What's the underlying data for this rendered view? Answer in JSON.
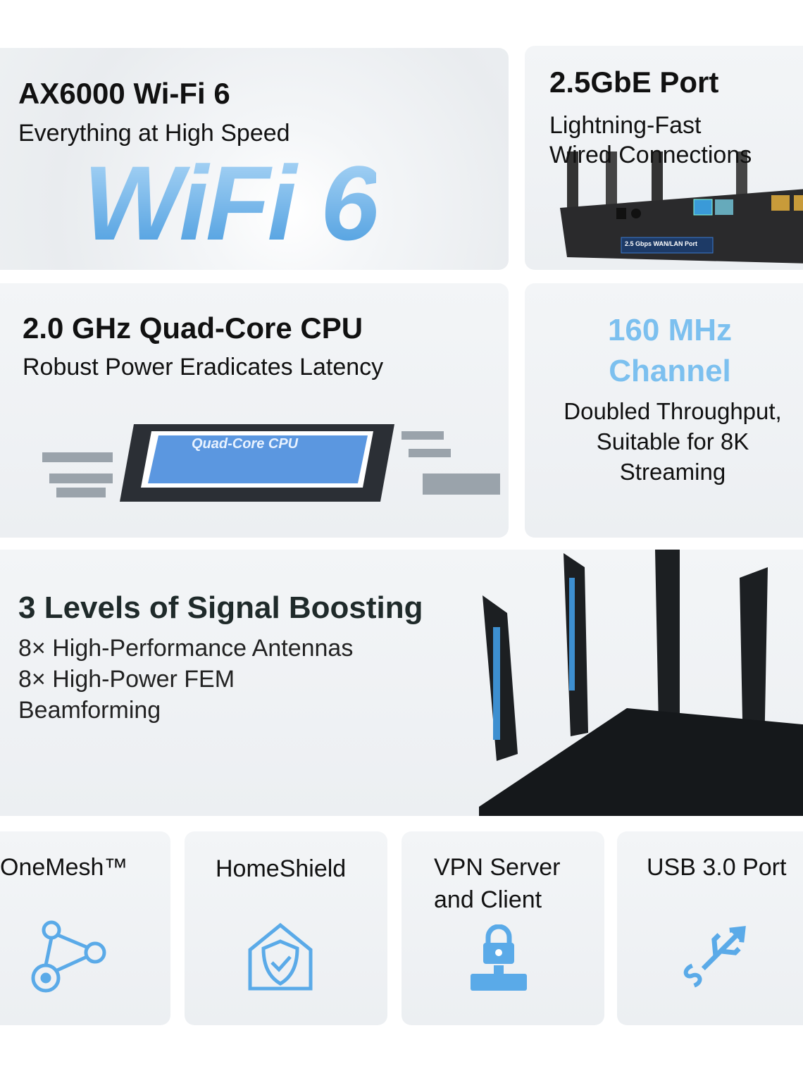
{
  "wifi6": {
    "title": "AX6000 Wi-Fi 6",
    "subtitle": "Everything at High Speed",
    "graphic_text": "WiFi 6"
  },
  "port": {
    "title": "2.5GbE Port",
    "subtitle_line1": "Lightning-Fast",
    "subtitle_line2": "Wired Connections",
    "port_label": "2.5 Gbps WAN/LAN Port"
  },
  "cpu": {
    "title": "2.0 GHz Quad-Core CPU",
    "subtitle": "Robust Power Eradicates Latency",
    "chip_label": "Quad-Core CPU"
  },
  "channel": {
    "title_line1": "160 MHz",
    "title_line2": "Channel",
    "desc_line1": "Doubled Throughput,",
    "desc_line2": "Suitable for 8K",
    "desc_line3": "Streaming"
  },
  "signal": {
    "title": "3 Levels of Signal Boosting",
    "items": [
      "8× High-Performance Antennas",
      "8× High-Power FEM",
      "Beamforming"
    ]
  },
  "features": [
    {
      "label": "OneMesh™",
      "icon": "mesh-network-icon"
    },
    {
      "label": "HomeShield",
      "icon": "home-shield-icon"
    },
    {
      "label_line1": "VPN Server",
      "label_line2": "and Client",
      "icon": "vpn-lock-icon"
    },
    {
      "label": "USB 3.0 Port",
      "icon": "usb-ss-icon"
    }
  ],
  "colors": {
    "accent": "#6ab4ea",
    "channel_text": "#7cc0ef",
    "card_bg": "#eef1f4"
  }
}
